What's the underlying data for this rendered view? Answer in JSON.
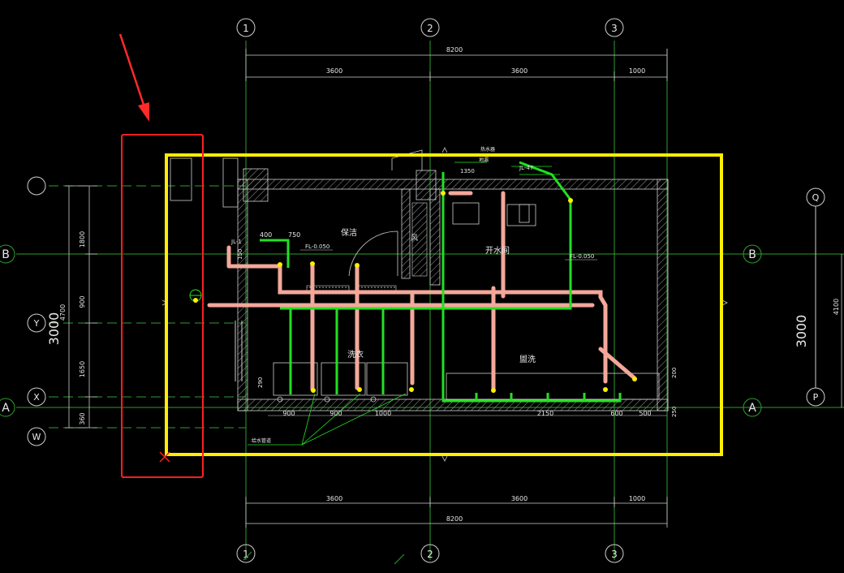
{
  "axes": {
    "top": [
      "1",
      "2",
      "3"
    ],
    "bottom": [
      "1",
      "2",
      "3"
    ],
    "left": [
      "B",
      "Y",
      "X",
      "A",
      "W"
    ],
    "left_blank": "",
    "right": [
      "Q",
      "B",
      "P",
      "A"
    ]
  },
  "dims": {
    "total_top": "8200",
    "spans_top": [
      "3600",
      "3600",
      "1000"
    ],
    "total_bottom": "8200",
    "spans_bottom": [
      "3600",
      "3600",
      "1000"
    ],
    "left_vertical": [
      "1800",
      "900",
      "1650",
      "360"
    ],
    "left_total": "4700",
    "right_total": "4100",
    "big_left": "3000",
    "big_right": "3000",
    "fixtures": [
      "900",
      "900",
      "1000",
      "2150",
      "600",
      "500"
    ],
    "small": [
      "400",
      "750",
      "150",
      "200",
      "250",
      "290",
      "1350"
    ]
  },
  "labels": {
    "room_cleaning": "保洁",
    "room_water": "开水间",
    "room_wash": "洗衣",
    "room_basin": "盥洗",
    "room_wind": "风",
    "fl1": "FL-0.050",
    "fl2": "FL-0.050",
    "jl": "JL-1",
    "jl2": "JL-47",
    "pipe_note": "给水管道",
    "heater": "热水器",
    "floor_drain": "地漏"
  },
  "colors": {
    "grid": "#2e9e2e",
    "wall": "#cfcfcf",
    "pipe_hot": "#f3a89a",
    "pipe_cold": "#22e022",
    "highlight_yellow": "#ffee00",
    "highlight_red": "#ff2020",
    "arrow": "#ff2a2a"
  }
}
